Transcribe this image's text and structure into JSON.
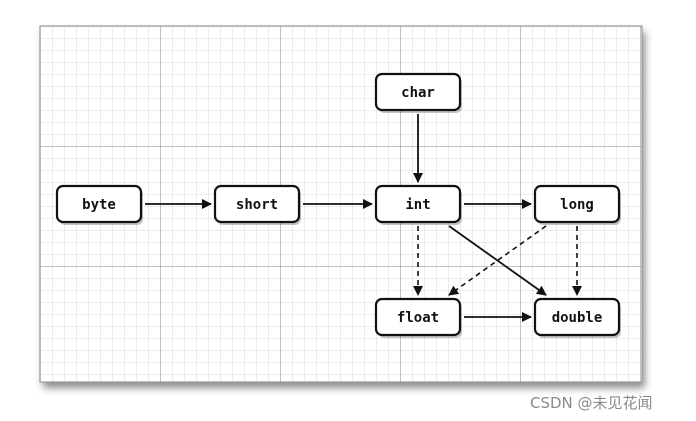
{
  "diagram": {
    "nodes": [
      {
        "id": "char",
        "label": "char"
      },
      {
        "id": "byte",
        "label": "byte"
      },
      {
        "id": "short",
        "label": "short"
      },
      {
        "id": "int",
        "label": "int"
      },
      {
        "id": "long",
        "label": "long"
      },
      {
        "id": "float",
        "label": "float"
      },
      {
        "id": "double",
        "label": "double"
      }
    ],
    "edges": [
      {
        "from": "byte",
        "to": "short",
        "style": "solid"
      },
      {
        "from": "short",
        "to": "int",
        "style": "solid"
      },
      {
        "from": "char",
        "to": "int",
        "style": "solid"
      },
      {
        "from": "int",
        "to": "long",
        "style": "solid"
      },
      {
        "from": "int",
        "to": "double",
        "style": "solid"
      },
      {
        "from": "float",
        "to": "double",
        "style": "solid"
      },
      {
        "from": "int",
        "to": "float",
        "style": "dashed"
      },
      {
        "from": "long",
        "to": "float",
        "style": "dashed"
      },
      {
        "from": "long",
        "to": "double",
        "style": "dashed"
      }
    ]
  },
  "watermark": "CSDN @未见花闻",
  "colors": {
    "grid_minor": "#cfcfcf",
    "grid_major": "#9a9a9a",
    "ink": "#111111"
  }
}
